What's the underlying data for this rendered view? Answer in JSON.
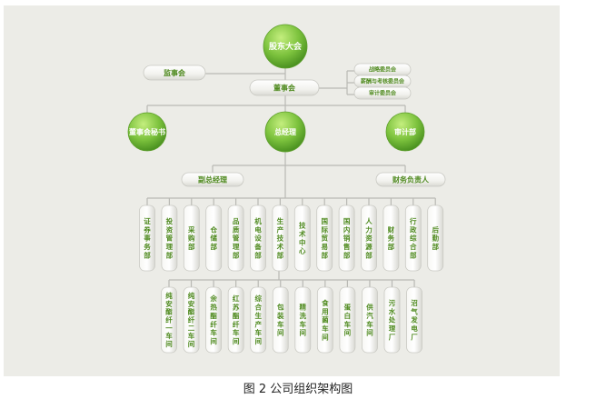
{
  "caption": "图 2 公司组织架构图",
  "colors": {
    "connector": "#b9b9b4",
    "label": "#4f8a1f",
    "circle_light": "#a6dc5c",
    "circle_dark": "#4c9320"
  },
  "nodes": {
    "shareholders": "股东大会",
    "supervisory_board": "监事会",
    "board": "董事会",
    "committees": [
      "战略委员会",
      "薪酬与考核委员会",
      "审计委员会"
    ],
    "board_secretary": "董事会秘书",
    "general_manager": "总经理",
    "audit_dept": "审计部",
    "deputy_gm": "副总经理",
    "finance_head": "财务负责人"
  },
  "departments": [
    "证券事务部",
    "投资管理部",
    "采购部",
    "仓储部",
    "品质管理部",
    "机电设备部",
    "生产技术部",
    "技术中心",
    "国际贸易部",
    "国内销售部",
    "人力资源部",
    "财务部",
    "行政综合部",
    "后勤部"
  ],
  "workshops": [
    "纯安酯纤一车间",
    "纯安酯纤二车间",
    "余热酯纤车间",
    "红苏酯纤车间",
    "综合生产车间",
    "包装车间",
    "精洗车间",
    "食用菌车间",
    "蛋白车间",
    "供汽车间",
    "污水处理厂",
    "沼气发电厂"
  ]
}
